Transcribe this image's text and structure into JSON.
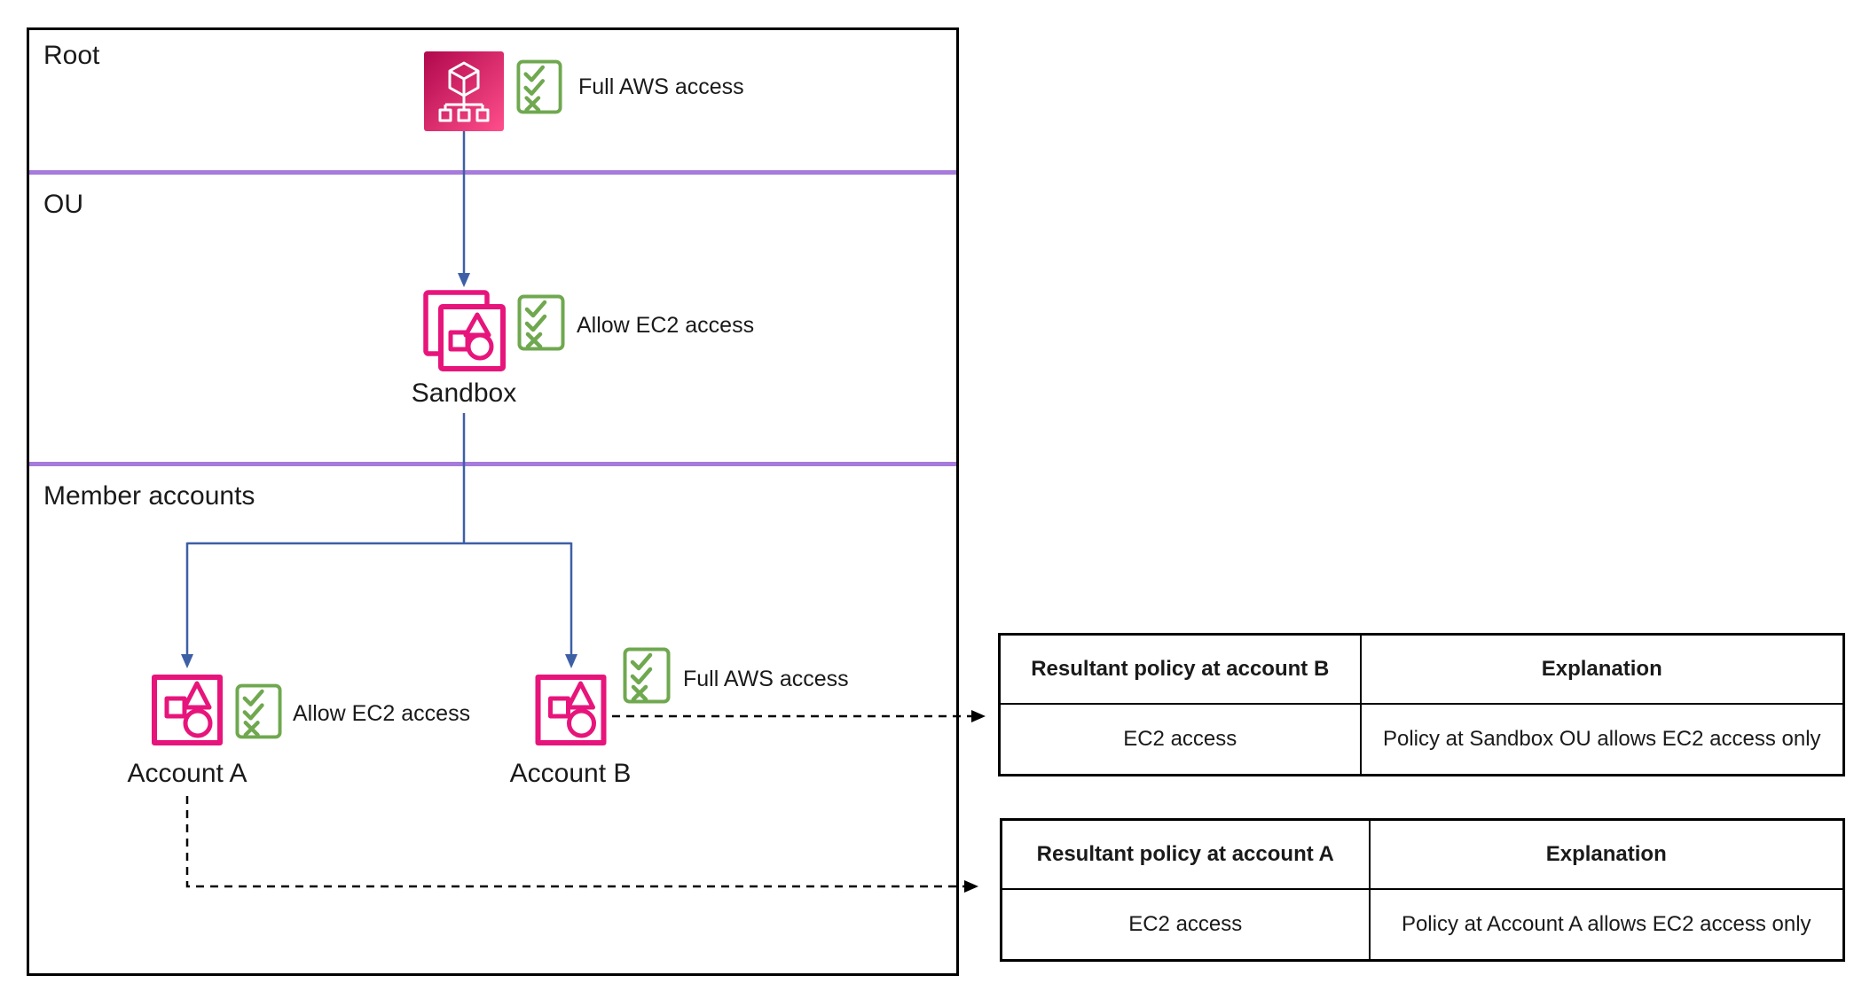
{
  "diagram": {
    "sections": {
      "root_label": "Root",
      "ou_label": "OU",
      "member_label": "Member accounts"
    },
    "nodes": {
      "root": {
        "policy": "Full AWS access"
      },
      "ou": {
        "name": "Sandbox",
        "policy": "Allow EC2 access"
      },
      "account_a": {
        "name": "Account A",
        "policy": "Allow EC2 access"
      },
      "account_b": {
        "name": "Account B",
        "policy": "Full AWS access"
      }
    },
    "colors": {
      "pink_outline": "#E7157B",
      "pink_gradient_start": "#B0084D",
      "pink_gradient_end": "#FF4F8B",
      "policy_green": "#6FA84F",
      "connector_blue": "#3D5FA6",
      "divider_purple": "#A57BDB",
      "border_black": "#000000"
    }
  },
  "tables": {
    "account_b": {
      "headers": [
        "Resultant policy at account B",
        "Explanation"
      ],
      "rows": [
        [
          "EC2 access",
          "Policy at Sandbox OU allows EC2 access only"
        ]
      ]
    },
    "account_a": {
      "headers": [
        "Resultant policy at account A",
        "Explanation"
      ],
      "rows": [
        [
          "EC2 access",
          "Policy at Account A allows EC2 access only"
        ]
      ]
    }
  }
}
